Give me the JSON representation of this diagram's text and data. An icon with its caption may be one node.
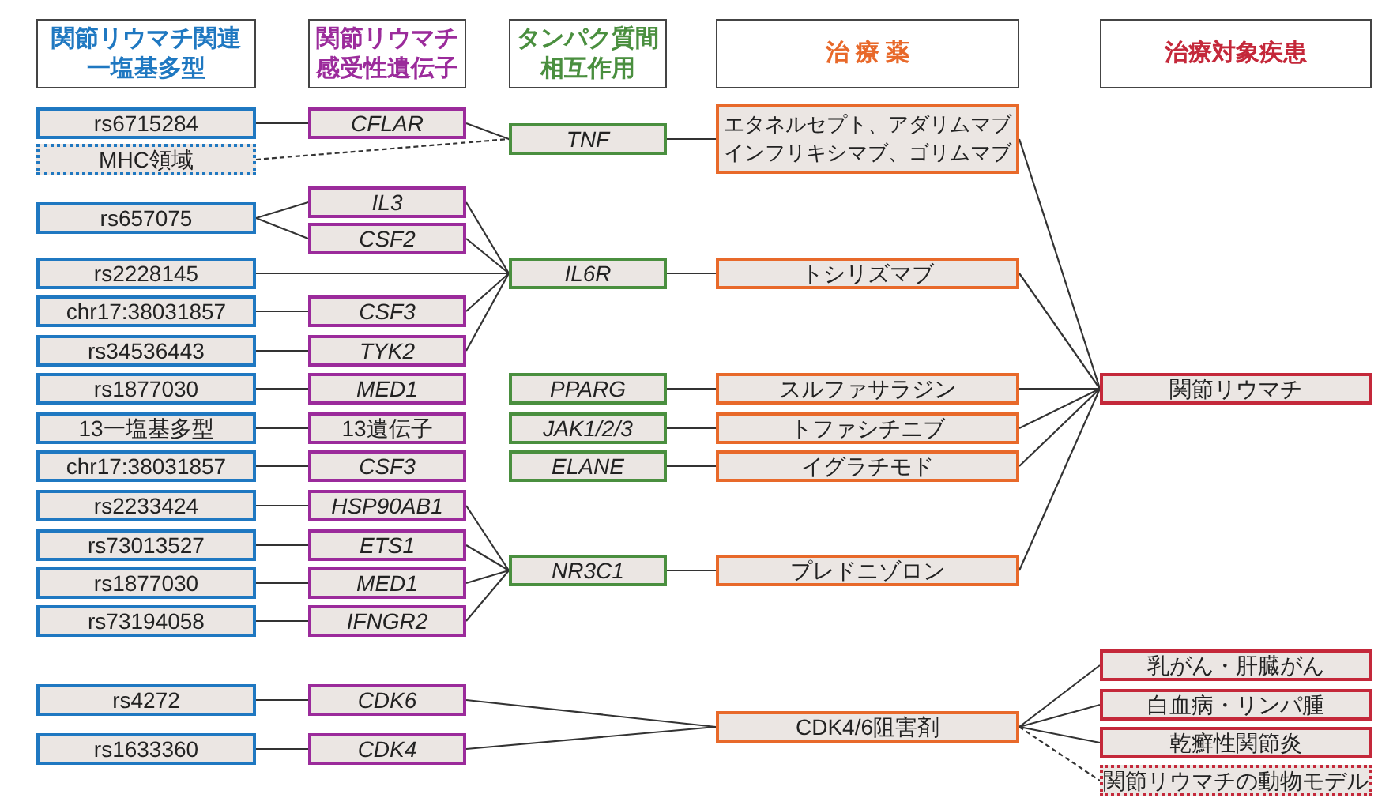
{
  "diagram": {
    "nodes": [
      {
        "text": [
          "関節リウマチ関連一塩基多型"
        ]
      },
      {
        "text": [
          "関節リウマチ感受性遺伝子"
        ]
      },
      {
        "text": [
          "タンパク質間相互作用"
        ]
      },
      {
        "text": [
          "治 療 薬"
        ]
      },
      {
        "text": [
          "治療対象疾患"
        ]
      },
      {
        "text": [
          "rs6715284"
        ]
      },
      {
        "text": [
          "MHC領域"
        ]
      },
      {
        "text": [
          "rs657075"
        ]
      },
      {
        "text": [
          "rs2228145"
        ]
      },
      {
        "text": [
          "chr17:38031857"
        ]
      },
      {
        "text": [
          "rs34536443"
        ]
      },
      {
        "text": [
          "rs1877030"
        ]
      },
      {
        "text": [
          "13一塩基多型"
        ]
      },
      {
        "text": [
          "chr17:38031857"
        ]
      },
      {
        "text": [
          "rs2233424"
        ]
      },
      {
        "text": [
          "rs73013527"
        ]
      },
      {
        "text": [
          "rs1877030"
        ]
      },
      {
        "text": [
          "rs73194058"
        ]
      },
      {
        "text": [
          "rs4272"
        ]
      },
      {
        "text": [
          "rs1633360"
        ]
      },
      {
        "text": [
          "CFLAR"
        ]
      },
      {
        "text": [
          "IL3"
        ]
      },
      {
        "text": [
          "CSF2"
        ]
      },
      {
        "text": [
          "CSF3"
        ]
      },
      {
        "text": [
          "TYK2"
        ]
      },
      {
        "text": [
          "MED1"
        ]
      },
      {
        "text": [
          "13遺伝子"
        ]
      },
      {
        "text": [
          "CSF3"
        ]
      },
      {
        "text": [
          "HSP90AB1"
        ]
      },
      {
        "text": [
          "ETS1"
        ]
      },
      {
        "text": [
          "MED1"
        ]
      },
      {
        "text": [
          "IFNGR2"
        ]
      },
      {
        "text": [
          "CDK6"
        ]
      },
      {
        "text": [
          "CDK4"
        ]
      },
      {
        "text": [
          "TNF"
        ]
      },
      {
        "text": [
          "IL6R"
        ]
      },
      {
        "text": [
          "PPARG"
        ]
      },
      {
        "text": [
          "JAK1/2/3"
        ]
      },
      {
        "text": [
          "ELANE"
        ]
      },
      {
        "text": [
          "NR3C1"
        ]
      },
      {
        "text": [
          "エタネルセプト、アダリムマブインフリキシマブ、ゴリムマブ"
        ]
      },
      {
        "text": [
          "トシリズマブ"
        ]
      },
      {
        "text": [
          "スルファサラジン"
        ]
      },
      {
        "text": [
          "トファシチニブ"
        ]
      },
      {
        "text": [
          "イグラチモド"
        ]
      },
      {
        "text": [
          "プレドニゾロン"
        ]
      },
      {
        "text": [
          "CDK4/6阻害剤"
        ]
      },
      {
        "text": [
          "関節リウマチ"
        ]
      },
      {
        "text": [
          "乳がん・肝臓がん"
        ]
      },
      {
        "text": [
          "白血病・リンパ腫"
        ]
      },
      {
        "text": [
          "乾癬性関節炎"
        ]
      },
      {
        "text": [
          "関節リウマチの動物モデル"
        ]
      }
    ],
    "edges": [
      {
        "from": 5,
        "to": 20,
        "arrow": "none"
      },
      {
        "from": 6,
        "to": 34,
        "arrow": "none",
        "style": "dashed"
      },
      {
        "from": 7,
        "to": 21,
        "arrow": "none"
      },
      {
        "from": 7,
        "to": 22,
        "arrow": "none"
      },
      {
        "from": 8,
        "to": 35,
        "arrow": "none"
      },
      {
        "from": 9,
        "to": 23,
        "arrow": "none"
      },
      {
        "from": 10,
        "to": 24,
        "arrow": "none"
      },
      {
        "from": 11,
        "to": 25,
        "arrow": "none"
      },
      {
        "from": 12,
        "to": 26,
        "arrow": "none"
      },
      {
        "from": 13,
        "to": 27,
        "arrow": "none"
      },
      {
        "from": 14,
        "to": 28,
        "arrow": "none"
      },
      {
        "from": 15,
        "to": 29,
        "arrow": "none"
      },
      {
        "from": 16,
        "to": 30,
        "arrow": "none"
      },
      {
        "from": 17,
        "to": 31,
        "arrow": "none"
      },
      {
        "from": 18,
        "to": 32,
        "arrow": "none"
      },
      {
        "from": 19,
        "to": 33,
        "arrow": "none"
      },
      {
        "from": 20,
        "to": 34,
        "arrow": "none"
      },
      {
        "from": 21,
        "to": 35,
        "arrow": "none"
      },
      {
        "from": 22,
        "to": 35,
        "arrow": "none"
      },
      {
        "from": 23,
        "to": 35,
        "arrow": "none"
      },
      {
        "from": 24,
        "to": 35,
        "arrow": "none"
      },
      {
        "from": 28,
        "to": 39,
        "arrow": "none"
      },
      {
        "from": 29,
        "to": 39,
        "arrow": "none"
      },
      {
        "from": 30,
        "to": 39,
        "arrow": "none"
      },
      {
        "from": 31,
        "to": 39,
        "arrow": "none"
      },
      {
        "from": 32,
        "to": 46,
        "arrow": "none"
      },
      {
        "from": 33,
        "to": 46,
        "arrow": "none"
      },
      {
        "from": 34,
        "to": 40,
        "arrow": "none"
      },
      {
        "from": 35,
        "to": 41,
        "arrow": "none"
      },
      {
        "from": 36,
        "to": 42,
        "arrow": "none"
      },
      {
        "from": 37,
        "to": 43,
        "arrow": "none"
      },
      {
        "from": 38,
        "to": 44,
        "arrow": "none"
      },
      {
        "from": 39,
        "to": 45,
        "arrow": "none"
      },
      {
        "from": 40,
        "to": 47,
        "arrow": "none"
      },
      {
        "from": 41,
        "to": 47,
        "arrow": "none"
      },
      {
        "from": 42,
        "to": 47,
        "arrow": "none"
      },
      {
        "from": 43,
        "to": 47,
        "arrow": "none"
      },
      {
        "from": 44,
        "to": 47,
        "arrow": "none"
      },
      {
        "from": 45,
        "to": 47,
        "arrow": "none"
      },
      {
        "from": 46,
        "to": 48,
        "arrow": "none"
      },
      {
        "from": 46,
        "to": 49,
        "arrow": "none"
      },
      {
        "from": 46,
        "to": 50,
        "arrow": "none"
      },
      {
        "from": 46,
        "to": 51,
        "arrow": "none",
        "style": "dashed"
      }
    ]
  }
}
